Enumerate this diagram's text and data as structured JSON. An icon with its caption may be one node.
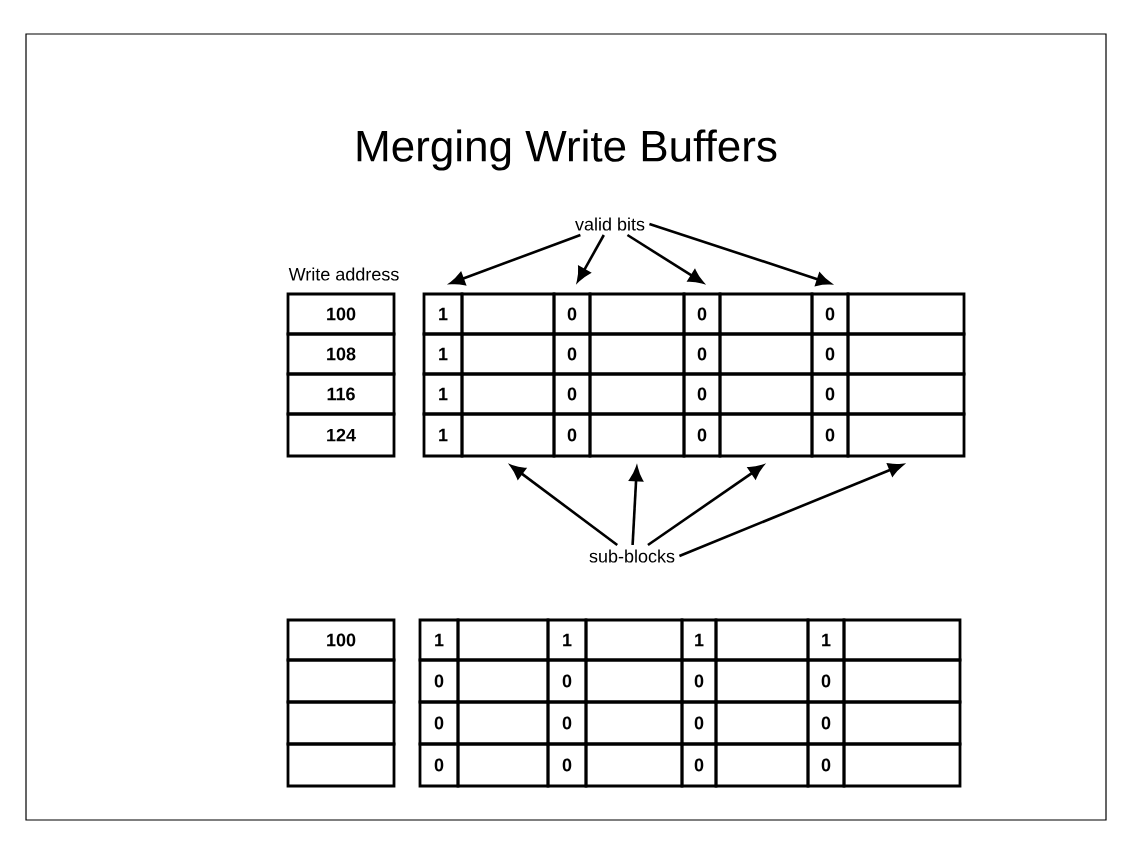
{
  "diagram": {
    "title": "Merging Write Buffers",
    "nodes": [
      {
        "text": [
          "valid bits"
        ]
      },
      {
        "text": [
          "100"
        ]
      },
      {
        "text": [
          "108"
        ]
      },
      {
        "text": [
          "116"
        ]
      },
      {
        "text": [
          "124"
        ]
      },
      {
        "text": [
          "1"
        ]
      },
      {
        "text": [],
        "shape": "box"
      },
      {
        "text": [
          "0"
        ]
      },
      {
        "text": [],
        "shape": "box"
      },
      {
        "text": [
          "0"
        ]
      },
      {
        "text": [],
        "shape": "box"
      },
      {
        "text": [
          "0"
        ]
      },
      {
        "text": [],
        "shape": "box"
      },
      {
        "text": [
          "1"
        ]
      },
      {
        "text": [],
        "shape": "box"
      },
      {
        "text": [
          "0"
        ]
      },
      {
        "text": [],
        "shape": "box"
      },
      {
        "text": [
          "0"
        ]
      },
      {
        "text": [],
        "shape": "box"
      },
      {
        "text": [
          "0"
        ]
      },
      {
        "text": [],
        "shape": "box"
      },
      {
        "text": [
          "1"
        ]
      },
      {
        "text": [],
        "shape": "box"
      },
      {
        "text": [
          "0"
        ]
      },
      {
        "text": [],
        "shape": "box"
      },
      {
        "text": [
          "0"
        ]
      },
      {
        "text": [],
        "shape": "box"
      },
      {
        "text": [
          "0"
        ]
      },
      {
        "text": [],
        "shape": "box"
      },
      {
        "text": [
          "1"
        ]
      },
      {
        "text": [],
        "shape": "box"
      },
      {
        "text": [
          "0"
        ]
      },
      {
        "text": [],
        "shape": "box"
      },
      {
        "text": [
          "0"
        ]
      },
      {
        "text": [],
        "shape": "box"
      },
      {
        "text": [
          "0"
        ]
      },
      {
        "text": [],
        "shape": "box"
      },
      {
        "text": [
          "sub-blocks"
        ]
      },
      {
        "text": [
          "100"
        ]
      },
      {
        "text": [],
        "shape": "box"
      },
      {
        "text": [],
        "shape": "box"
      },
      {
        "text": [],
        "shape": "box"
      },
      {
        "text": [
          "1"
        ]
      },
      {
        "text": [],
        "shape": "box"
      },
      {
        "text": [
          "1"
        ]
      },
      {
        "text": [],
        "shape": "box"
      },
      {
        "text": [
          "1"
        ]
      },
      {
        "text": [],
        "shape": "box"
      },
      {
        "text": [
          "1"
        ]
      },
      {
        "text": [],
        "shape": "box"
      },
      {
        "text": [
          "0"
        ]
      },
      {
        "text": [],
        "shape": "box"
      },
      {
        "text": [
          "0"
        ]
      },
      {
        "text": [],
        "shape": "box"
      },
      {
        "text": [
          "0"
        ]
      },
      {
        "text": [],
        "shape": "box"
      },
      {
        "text": [
          "0"
        ]
      },
      {
        "text": [],
        "shape": "box"
      },
      {
        "text": [
          "0"
        ]
      },
      {
        "text": [],
        "shape": "box"
      },
      {
        "text": [
          "0"
        ]
      },
      {
        "text": [],
        "shape": "box"
      },
      {
        "text": [
          "0"
        ]
      },
      {
        "text": [],
        "shape": "box"
      },
      {
        "text": [
          "0"
        ]
      },
      {
        "text": [],
        "shape": "box"
      },
      {
        "text": [
          "0"
        ]
      },
      {
        "text": [],
        "shape": "box"
      },
      {
        "text": [
          "0"
        ]
      },
      {
        "text": [],
        "shape": "box"
      },
      {
        "text": [
          "0"
        ]
      },
      {
        "text": [],
        "shape": "box"
      },
      {
        "text": [
          "0"
        ]
      },
      {
        "text": [],
        "shape": "box"
      }
    ],
    "edges": [
      {
        "from": 0,
        "to": 5,
        "arrow": "to"
      },
      {
        "from": 0,
        "to": 7,
        "arrow": "to"
      },
      {
        "from": 0,
        "to": 9,
        "arrow": "to"
      },
      {
        "from": 0,
        "to": 11,
        "arrow": "to"
      },
      {
        "from": 37,
        "to": 30,
        "arrow": "to"
      },
      {
        "from": 37,
        "to": 32,
        "arrow": "to"
      },
      {
        "from": 37,
        "to": 34,
        "arrow": "to"
      },
      {
        "from": 37,
        "to": 36,
        "arrow": "to"
      }
    ],
    "labels": [
      "Write address"
    ]
  }
}
